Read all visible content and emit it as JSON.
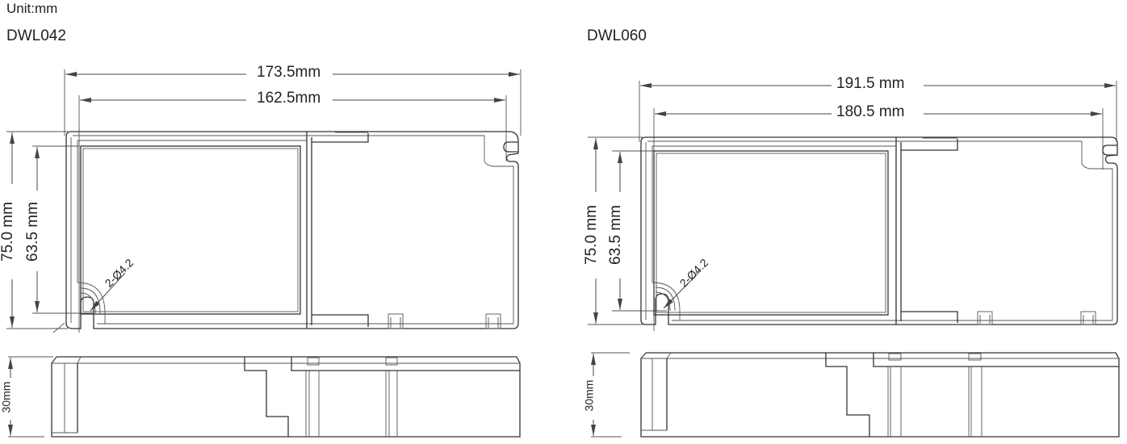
{
  "header": {
    "unit_label": "Unit:mm"
  },
  "drawings": [
    {
      "model": "DWL042",
      "top_view": {
        "overall_length": "173.5mm",
        "mounting_hole_spacing": "162.5mm",
        "overall_width": "75.0 mm",
        "mounting_hole_width": "63.5 mm",
        "mounting_hole_callout": "2-Ø4.2"
      },
      "side_view": {
        "height": "30mm"
      }
    },
    {
      "model": "DWL060",
      "top_view": {
        "overall_length": "191.5 mm",
        "mounting_hole_spacing": "180.5 mm",
        "overall_width": "75.0 mm",
        "mounting_hole_width": "63.5 mm",
        "mounting_hole_callout": "2-Ø4.2"
      },
      "side_view": {
        "height": "30mm"
      }
    }
  ]
}
